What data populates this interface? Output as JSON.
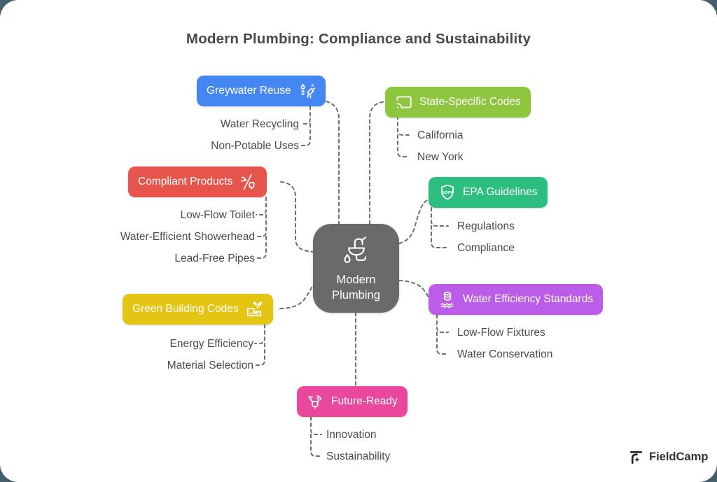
{
  "title": "Modern Plumbing: Compliance and Sustainability",
  "center": {
    "line1": "Modern",
    "line2": "Plumbing",
    "color": "#6a6a6a",
    "icon": "sink-faucet-icon"
  },
  "branches": {
    "greywater": {
      "label": "Greywater Reuse",
      "color": "#4587f2",
      "icon": "sprinkler-drops-icon",
      "children": [
        "Water Recycling",
        "Non-Potable Uses"
      ]
    },
    "state_codes": {
      "label": "State-Specific Codes",
      "color": "#8ec640",
      "icon": "cast-screen-icon",
      "children": [
        "California",
        "New York"
      ]
    },
    "compliant_products": {
      "label": "Compliant Products",
      "color": "#e6544c",
      "icon": "shower-toilet-icon",
      "children": [
        "Low-Flow Toilet",
        "Water-Efficient Showerhead",
        "Lead-Free Pipes"
      ]
    },
    "epa": {
      "label": "EPA Guidelines",
      "color": "#2cbe7e",
      "icon": "gdpr-shield-icon",
      "children": [
        "Regulations",
        "Compliance"
      ]
    },
    "green_building": {
      "label": "Green Building Codes",
      "color": "#e5c513",
      "icon": "eco-factory-icon",
      "children": [
        "Energy Efficiency",
        "Material Selection"
      ]
    },
    "water_efficiency": {
      "label": "Water Efficiency Standards",
      "color": "#bb5de9",
      "icon": "water-tank-waves-icon",
      "children": [
        "Low-Flow Fixtures",
        "Water Conservation"
      ]
    },
    "future_ready": {
      "label": "Future-Ready",
      "color": "#e9489d",
      "icon": "drone-icon",
      "children": [
        "Innovation",
        "Sustainability"
      ]
    }
  },
  "footer": {
    "brand": "FieldCamp"
  },
  "connector_color": "#6e6e6e"
}
